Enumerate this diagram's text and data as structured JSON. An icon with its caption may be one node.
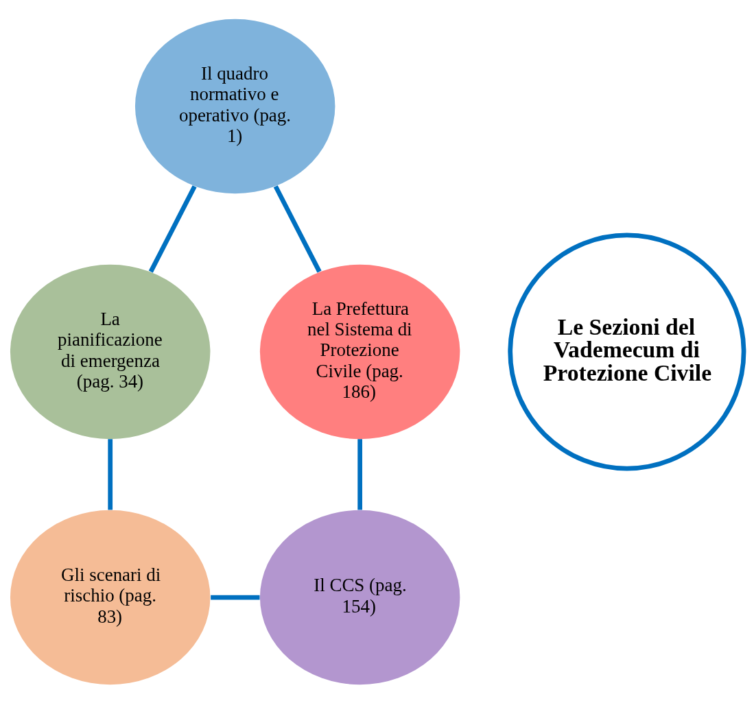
{
  "diagram": {
    "nodes": [
      {
        "text": [
          "Il quadro normativo e operativo (pag. 1)"
        ]
      },
      {
        "text": [
          "La Prefettura nel Sistema di Protezione Civile (pag. 186)"
        ]
      },
      {
        "text": [
          "Le Sezioni del Vademecum di Protezione Civile"
        ]
      },
      {
        "text": [
          "La pianificazione di emergenza (pag. 34)"
        ]
      },
      {
        "text": [
          "Il CCS (pag. 154)"
        ]
      },
      {
        "text": [
          "Gli scenari di rischio (pag. 83)"
        ]
      }
    ],
    "edges": [
      {
        "from": 0,
        "to": 3,
        "arrow": "none"
      },
      {
        "from": 3,
        "to": 5,
        "arrow": "none"
      },
      {
        "from": 5,
        "to": 4,
        "arrow": "none"
      },
      {
        "from": 4,
        "to": 1,
        "arrow": "none"
      },
      {
        "from": 1,
        "to": 0,
        "arrow": "none"
      }
    ]
  }
}
